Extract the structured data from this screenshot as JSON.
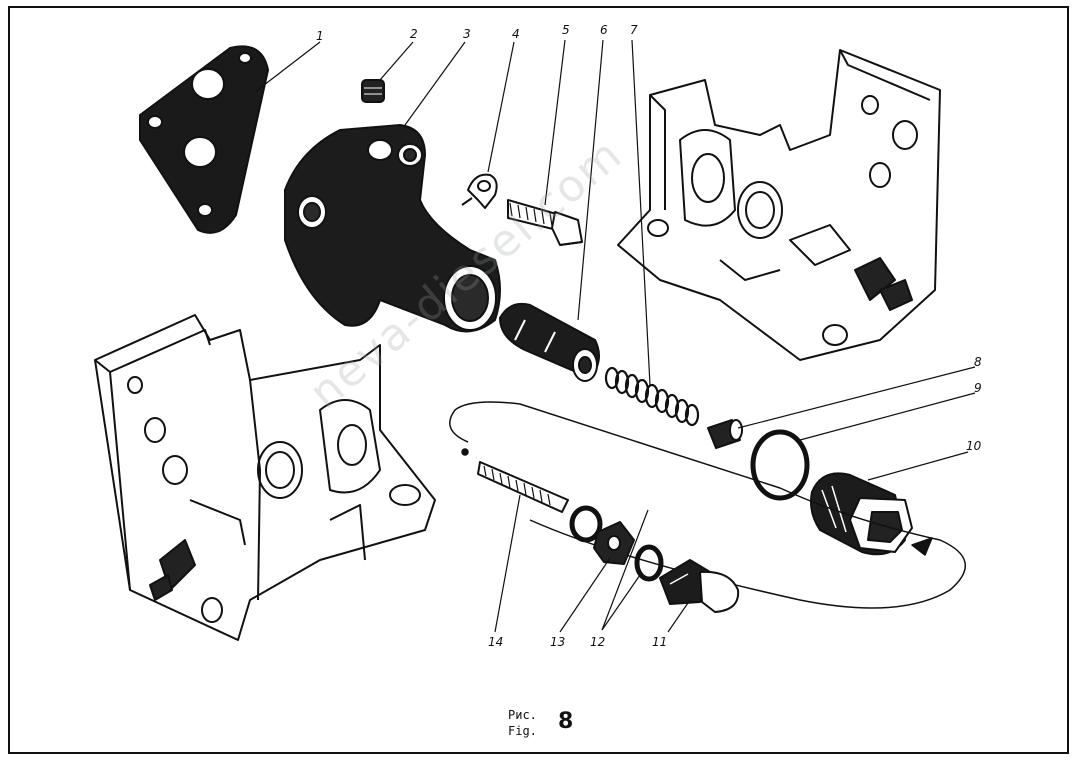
{
  "callouts": [
    {
      "label": "1"
    },
    {
      "label": "2"
    },
    {
      "label": "3"
    },
    {
      "label": "4"
    },
    {
      "label": "5"
    },
    {
      "label": "6"
    },
    {
      "label": "7"
    },
    {
      "label": "8"
    },
    {
      "label": "9"
    },
    {
      "label": "10"
    },
    {
      "label": "11"
    },
    {
      "label": "12"
    },
    {
      "label": "13"
    },
    {
      "label": "14"
    }
  ],
  "caption": {
    "ru": "Рис.",
    "en": "Fig.",
    "number": "8"
  },
  "watermark": {
    "text": "neva-diesel.com"
  },
  "colors": {
    "ink": "#111111",
    "paper": "#ffffff"
  }
}
